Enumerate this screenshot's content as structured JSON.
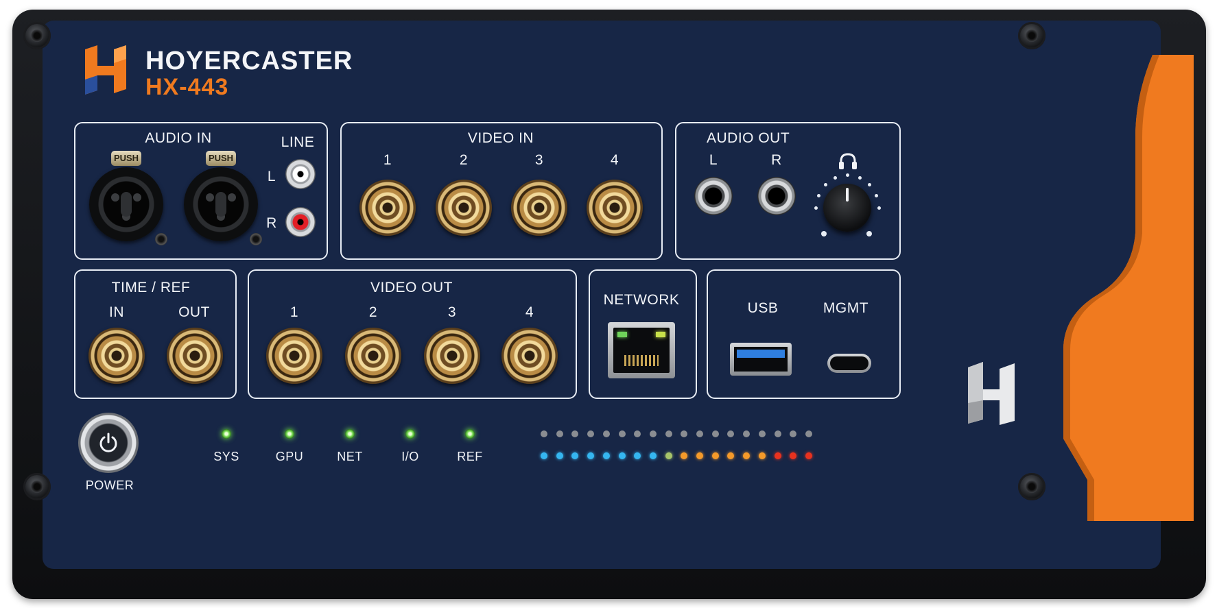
{
  "brand": {
    "name": "HOYERCASTER",
    "model": "HX-443",
    "accent": "#f07a1f",
    "panel_color": "#172646"
  },
  "audio_in": {
    "title": "AUDIO IN",
    "line_label": "LINE",
    "push_label": "PUSH",
    "left_label": "L",
    "right_label": "R"
  },
  "video_in": {
    "title": "VIDEO IN",
    "channels": [
      "1",
      "2",
      "3",
      "4"
    ]
  },
  "audio_out": {
    "title": "AUDIO OUT",
    "left_label": "L",
    "right_label": "R",
    "headphone_icon": "headphones-icon"
  },
  "time_ref": {
    "title": "TIME / REF",
    "in_label": "IN",
    "out_label": "OUT"
  },
  "video_out": {
    "title": "VIDEO OUT",
    "channels": [
      "1",
      "2",
      "3",
      "4"
    ]
  },
  "network": {
    "title": "NETWORK"
  },
  "ports": {
    "usb_label": "USB",
    "mgmt_label": "MGMT"
  },
  "power": {
    "label": "POWER"
  },
  "status_leds": [
    {
      "label": "SYS",
      "color": "#6fdc4a"
    },
    {
      "label": "GPU",
      "color": "#6fdc4a"
    },
    {
      "label": "NET",
      "color": "#6fdc4a"
    },
    {
      "label": "I/O",
      "color": "#6fdc4a"
    },
    {
      "label": "REF",
      "color": "#6fdc4a"
    }
  ],
  "meter": {
    "segments": 18,
    "top_row_color": "#8a8d92",
    "bottom_row_colors": [
      "#35b6f0",
      "#35b6f0",
      "#35b6f0",
      "#35b6f0",
      "#35b6f0",
      "#35b6f0",
      "#35b6f0",
      "#35b6f0",
      "#a7c46a",
      "#f59a2a",
      "#f59a2a",
      "#f59a2a",
      "#f59a2a",
      "#f59a2a",
      "#f59a2a",
      "#e8321f",
      "#e8321f",
      "#e8321f"
    ]
  }
}
